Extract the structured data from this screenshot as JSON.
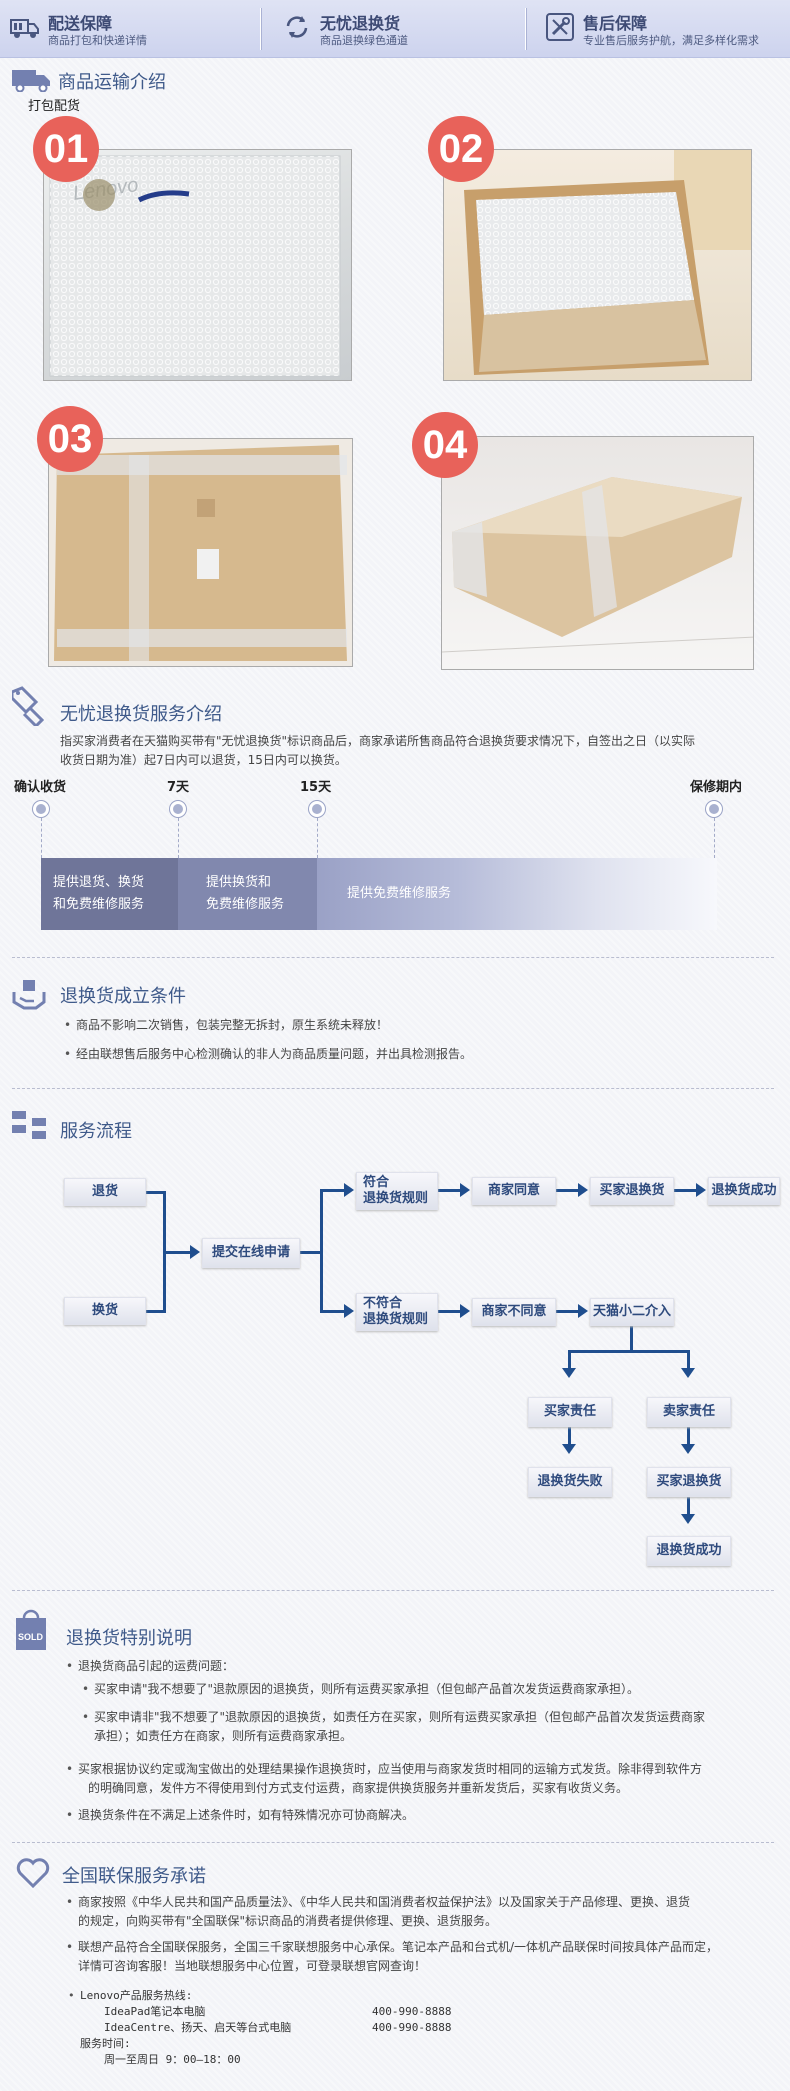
{
  "banner": {
    "items": [
      {
        "title": "配送保障",
        "subtitle": "商品打包和快递详情",
        "icon": "delivery-truck-icon"
      },
      {
        "title": "无忧退换货",
        "subtitle": "商品退换绿色通道",
        "icon": "return-exchange-icon"
      },
      {
        "title": "售后保障",
        "subtitle": "专业售后服务护航，满足多样化需求",
        "icon": "repair-tools-icon"
      }
    ]
  },
  "shipping": {
    "title": "商品运输介绍",
    "subtitle": "打包配货",
    "photos": [
      {
        "num": "01",
        "mark": "Lenovo"
      },
      {
        "num": "02"
      },
      {
        "num": "03"
      },
      {
        "num": "04"
      }
    ]
  },
  "returns": {
    "title": "无忧退换货服务介绍",
    "desc_line1": "指买家消费者在天猫购买带有\"无忧退换货\"标识商品后，商家承诺所售商品符合退换货要求情况下，自签出之日（以实际",
    "desc_line2": "收货日期为准）起7日内可以退货，15日内可以换货。",
    "timeline": {
      "labels": [
        "确认收货",
        "7天",
        "15天",
        "保修期内"
      ],
      "bars": [
        {
          "line1": "提供退货、换货",
          "line2": "和免费维修服务"
        },
        {
          "line1": "提供换货和",
          "line2": "免费维修服务"
        },
        {
          "line1": "提供免费维修服务"
        }
      ]
    }
  },
  "conditions": {
    "title": "退换货成立条件",
    "items": [
      "商品不影响二次销售，包装完整无拆封，原生系统未释放！",
      "经由联想售后服务中心检测确认的非人为商品质量问题，并出具检测报告。"
    ]
  },
  "process": {
    "title": "服务流程",
    "nodes": {
      "return": "退货",
      "exchange": "换货",
      "submit": "提交在线申请",
      "ok_l1": "符合",
      "ok_l2": "退换货规则",
      "nok_l1": "不符合",
      "nok_l2": "退换货规则",
      "agree": "商家同意",
      "buyer_return": "买家退换货",
      "success": "退换货成功",
      "disagree": "商家不同意",
      "tmall": "天猫小二介入",
      "buyer_fault": "买家责任",
      "seller_fault": "卖家责任",
      "fail": "退换货失败",
      "buyer_return2": "买家退换货",
      "success2": "退换货成功"
    }
  },
  "special": {
    "title": "退换货特别说明",
    "badge": "SOLD",
    "item1": "退换货商品引起的运费问题：",
    "sub1": "买家申请\"我不想要了\"退款原因的退换货，则所有运费买家承担（但包邮产品首次发货运费商家承担）。",
    "sub2_l1": "买家申请非\"我不想要了\"退款原因的退换货，如责任方在买家，则所有运费买家承担（但包邮产品首次发货运费商家",
    "sub2_l2": "承担）；如责任方在商家，则所有运费商家承担。",
    "item2_l1": "买家根据协议约定或淘宝做出的处理结果操作退换货时，应当使用与商家发货时相同的运输方式发货。除非得到软件方",
    "item2_l2": "的明确同意，发件方不得使用到付方式支付运费，商家提供换货服务并重新发货后，买家有收货义务。",
    "item3": "退换货条件在不满足上述条件时，如有特殊情况亦可协商解决。"
  },
  "warranty": {
    "title": "全国联保服务承诺",
    "p1_l1": "商家按照《中华人民共和国产品质量法》、《中华人民共和国消费者权益保护法》以及国家关于产品修理、更换、退货",
    "p1_l2": "的规定，向购买带有\"全国联保\"标识商品的消费者提供修理、更换、退货服务。",
    "p2_l1": "联想产品符合全国联保服务，全国三千家联想服务中心承保。笔记本产品和台式机/一体机产品联保时间按具体产品而定，",
    "p2_l2": "详情可咨询客服！当地联想服务中心位置，可登录联想官网查询！",
    "hotline_title": "Lenovo产品服务热线:",
    "line1_name": "IdeaPad笔记本电脑",
    "line1_phone": "400-990-8888",
    "line2_name": "IdeaCentre、扬天、启天等台式电脑",
    "line2_phone": "400-990-8888",
    "hours_title": "服务时间:",
    "hours": "周一至周日 9：00—18：00"
  }
}
